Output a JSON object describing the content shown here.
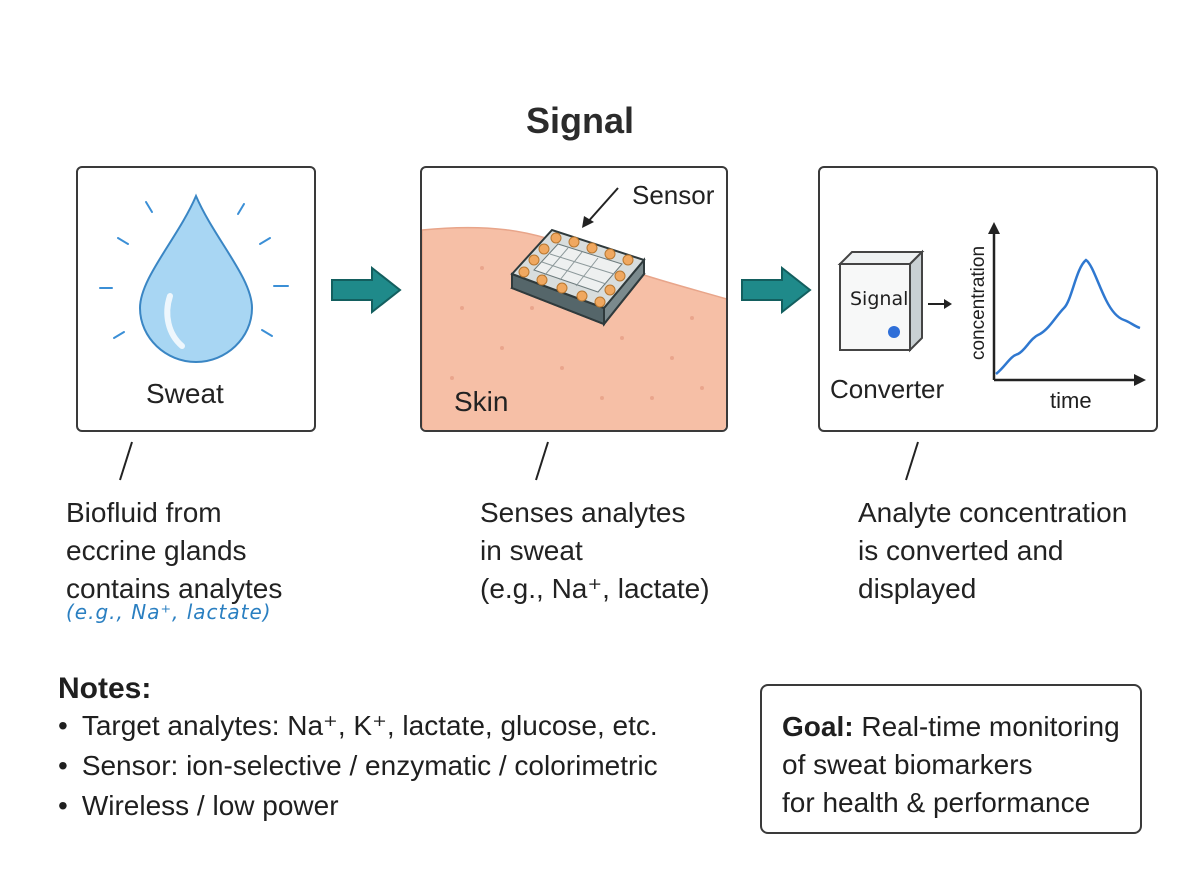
{
  "title": "Signal",
  "panels": {
    "sweat": {
      "label": "Sweat"
    },
    "skin": {
      "label": "Skin",
      "sensor_label": "Sensor"
    },
    "converter": {
      "label": "Converter",
      "box_label": "Signal",
      "ylabel": "concentration",
      "xlabel": "time"
    }
  },
  "captions": {
    "sweat": [
      "Biofluid from",
      "eccrine glands",
      "contains analytes"
    ],
    "sweat_note": "(e.g., Na⁺, lactate)",
    "skin": [
      "Senses analytes",
      "in sweat",
      "(e.g., Na⁺, lactate)"
    ],
    "converter": [
      "Analyte concentration",
      "is converted and",
      "displayed"
    ]
  },
  "notes": {
    "heading": "Notes:",
    "items": [
      "Target analytes: Na⁺, K⁺, lactate, glucose, etc.",
      "Sensor: ion-selective / enzymatic / colorimetric",
      "Wireless / low power"
    ]
  },
  "goal": {
    "label": "Goal:",
    "lines": [
      "Real-time monitoring",
      "of sweat biomarkers",
      "for health & performance"
    ]
  },
  "colors": {
    "arrow": "#1f8a8a",
    "skin": "#f6bfa6",
    "drop": "#9ccff0",
    "curve": "#2f78d0",
    "sensor_pad": "#f0a860"
  }
}
